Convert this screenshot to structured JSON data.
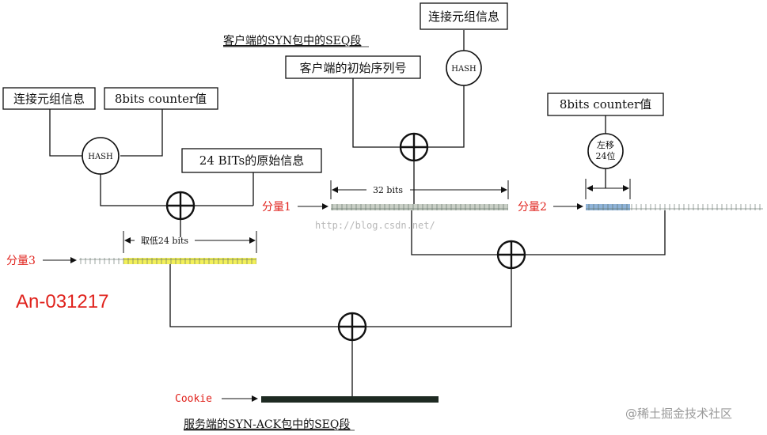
{
  "boxes": {
    "conn_info_left": "连接元组信息",
    "counter_left": "8bits counter值",
    "orig_24bits": "24 BITs的原始信息",
    "conn_info_top": "连接元组信息",
    "client_isn": "客户端的初始序列号",
    "counter_right": "8bits counter值"
  },
  "hash_labels": {
    "left": "HASH",
    "top": "HASH"
  },
  "shift_label": {
    "line1": "左移",
    "line2": "24位"
  },
  "titles": {
    "client_syn_seq": "客户端的SYN包中的SEQ段",
    "server_synack_seq": "服务端的SYN-ACK包中的SEQ段"
  },
  "components": {
    "part1": "分量1",
    "part2": "分量2",
    "part3": "分量3"
  },
  "dimensions": {
    "bits32": "32 bits",
    "low24": "取低24 bits"
  },
  "cookie_label": "Cookie",
  "diagram_id": "An-031217",
  "watermark": "http://blog.csdn.net/",
  "brand": "@稀土掘金技术社区",
  "colors": {
    "line": "#111111",
    "red": "#e0221c",
    "bar_gray": "#c9cfc6",
    "bar_blue": "#8fb3d8",
    "bar_yellow": "#f3f05a",
    "cookie_bar": "#1e2a22"
  }
}
